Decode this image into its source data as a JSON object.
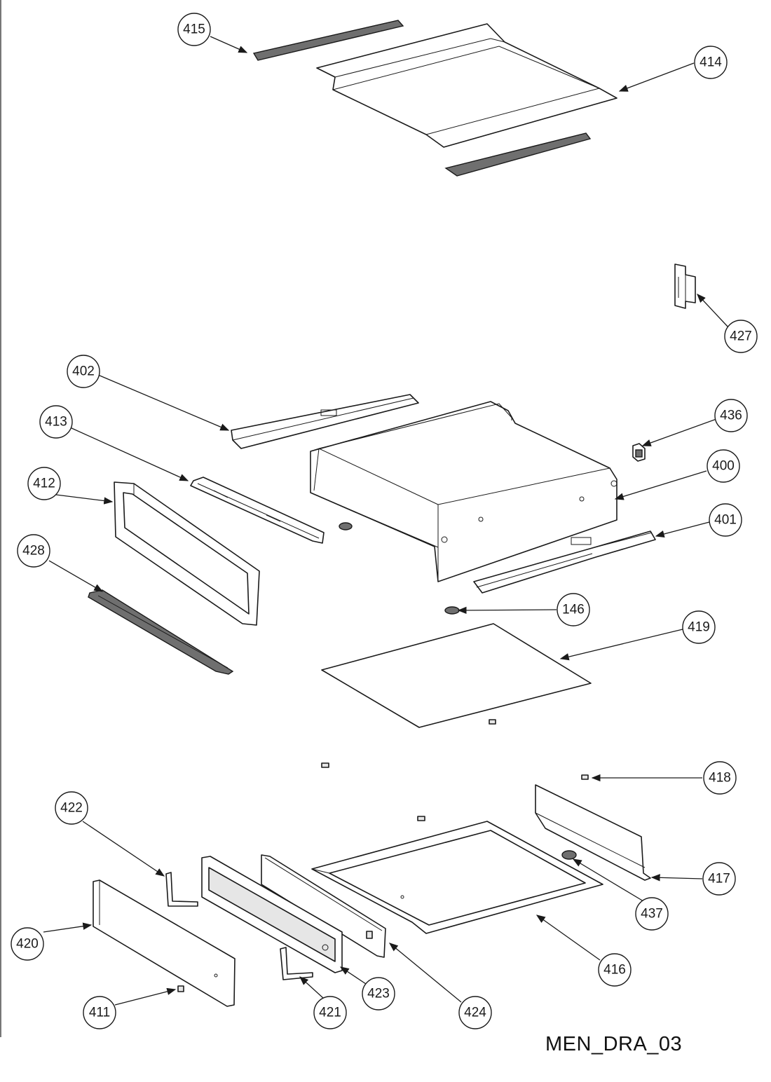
{
  "drawing": {
    "code": "MEN_DRA_03"
  },
  "callouts": {
    "c415": "415",
    "c414": "414",
    "c427": "427",
    "c402": "402",
    "c436": "436",
    "c413": "413",
    "c400": "400",
    "c412": "412",
    "c401": "401",
    "c428": "428",
    "c146": "146",
    "c419": "419",
    "c418": "418",
    "c422": "422",
    "c417": "417",
    "c437": "437",
    "c420": "420",
    "c416": "416",
    "c423": "423",
    "c411": "411",
    "c421": "421",
    "c424": "424"
  }
}
